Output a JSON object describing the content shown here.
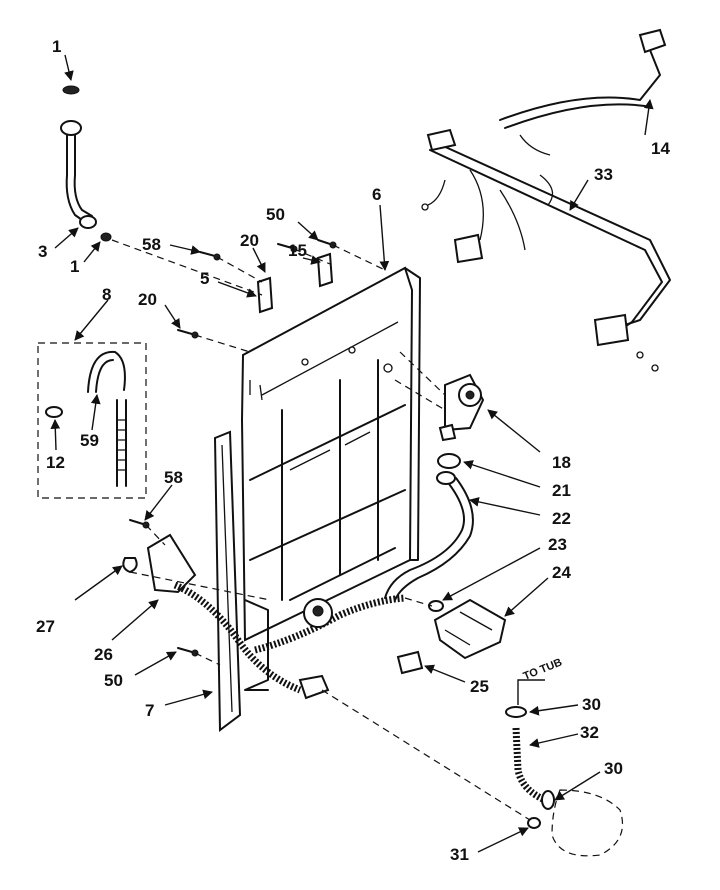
{
  "callouts": {
    "c1a": "1",
    "c1b": "1",
    "c3": "3",
    "c5": "5",
    "c6": "6",
    "c7": "7",
    "c8": "8",
    "c12": "12",
    "c14": "14",
    "c15": "15",
    "c18": "18",
    "c20a": "20",
    "c20b": "20",
    "c21": "21",
    "c22": "22",
    "c23": "23",
    "c24": "24",
    "c25": "25",
    "c26": "26",
    "c27": "27",
    "c30a": "30",
    "c30b": "30",
    "c31": "31",
    "c32": "32",
    "c33": "33",
    "c50a": "50",
    "c50b": "50",
    "c58a": "58",
    "c58b": "58",
    "c59": "59"
  },
  "notes": {
    "to_tub": "TO TUB"
  }
}
